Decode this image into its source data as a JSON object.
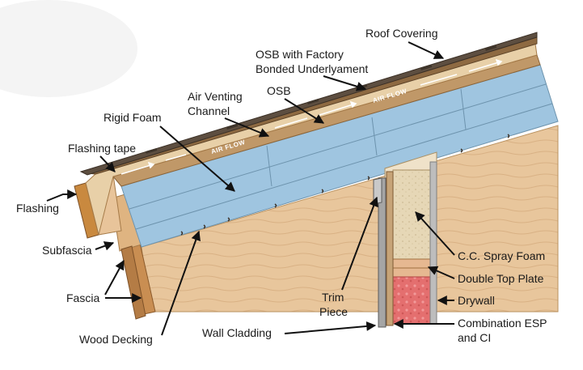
{
  "labels": {
    "roof_covering": "Roof Covering",
    "osb_factory_line1": "OSB with Factory",
    "osb_factory_line2": "Bonded Underlyament",
    "air_venting_line1": "Air Venting",
    "air_venting_line2": "Channel",
    "osb": "OSB",
    "rigid_foam": "Rigid Foam",
    "flashing_tape": "Flashing tape",
    "flashing": "Flashing",
    "subfascia": "Subfascia",
    "fascia": "Fascia",
    "wood_decking": "Wood Decking",
    "trim_line1": "Trim",
    "trim_line2": "Piece",
    "wall_cladding": "Wall Cladding",
    "cc_spray_foam": "C.C. Spray Foam",
    "double_top_plate": "Double Top Plate",
    "drywall": "Drywall",
    "combination_line1": "Combination ESP",
    "combination_line2": "and CI"
  },
  "airflow": {
    "label_1": "AIR FLOW",
    "label_2": "AIR FLOW"
  },
  "colors": {
    "wood": "#e8c59a",
    "wood_dark": "#c99a64",
    "foam_blue": "#9dc4df",
    "osb": "#b88e5a",
    "roofing": "#6a5a48",
    "spray_foam": "#e3d4b2",
    "insulation_red": "#e06a6a",
    "drywall": "#b5b5b5"
  }
}
